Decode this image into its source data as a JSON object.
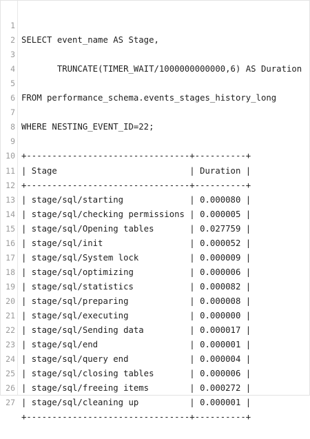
{
  "editor": {
    "lines": [
      {
        "num": "1",
        "text": "SELECT event_name AS Stage,"
      },
      {
        "num": "2",
        "text": ""
      },
      {
        "num": "3",
        "text": "       TRUNCATE(TIMER_WAIT/1000000000000,6) AS Duration"
      },
      {
        "num": "4",
        "text": ""
      },
      {
        "num": "5",
        "text": "FROM performance_schema.events_stages_history_long"
      },
      {
        "num": "6",
        "text": ""
      },
      {
        "num": "7",
        "text": "WHERE NESTING_EVENT_ID=22;"
      },
      {
        "num": "8",
        "text": ""
      },
      {
        "num": "9",
        "text": "+--------------------------------+----------+"
      },
      {
        "num": "10",
        "text": "| Stage                          | Duration |"
      },
      {
        "num": "11",
        "text": "+--------------------------------+----------+"
      },
      {
        "num": "12",
        "text": "| stage/sql/starting             | 0.000080 |"
      },
      {
        "num": "13",
        "text": "| stage/sql/checking permissions | 0.000005 |"
      },
      {
        "num": "14",
        "text": "| stage/sql/Opening tables       | 0.027759 |"
      },
      {
        "num": "15",
        "text": "| stage/sql/init                 | 0.000052 |"
      },
      {
        "num": "16",
        "text": "| stage/sql/System lock          | 0.000009 |"
      },
      {
        "num": "17",
        "text": "| stage/sql/optimizing           | 0.000006 |"
      },
      {
        "num": "18",
        "text": "| stage/sql/statistics           | 0.000082 |"
      },
      {
        "num": "19",
        "text": "| stage/sql/preparing            | 0.000008 |"
      },
      {
        "num": "20",
        "text": "| stage/sql/executing            | 0.000000 |"
      },
      {
        "num": "21",
        "text": "| stage/sql/Sending data         | 0.000017 |"
      },
      {
        "num": "22",
        "text": "| stage/sql/end                  | 0.000001 |"
      },
      {
        "num": "23",
        "text": "| stage/sql/query end            | 0.000004 |"
      },
      {
        "num": "24",
        "text": "| stage/sql/closing tables       | 0.000006 |"
      },
      {
        "num": "25",
        "text": "| stage/sql/freeing items        | 0.000272 |"
      },
      {
        "num": "26",
        "text": "| stage/sql/cleaning up          | 0.000001 |"
      },
      {
        "num": "27",
        "text": "+--------------------------------+----------+"
      }
    ]
  }
}
